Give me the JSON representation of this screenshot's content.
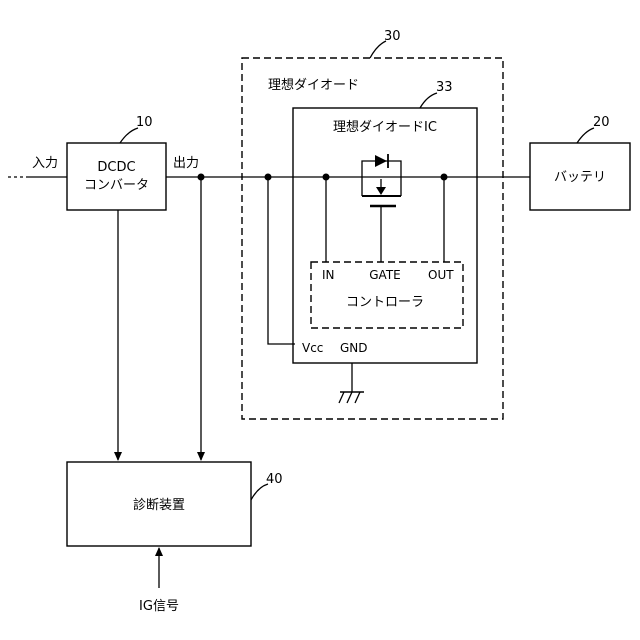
{
  "blocks": {
    "dcdc": {
      "ref": "10",
      "line1": "DCDC",
      "line2": "コンバータ"
    },
    "battery": {
      "ref": "20",
      "label": "バッテリ"
    },
    "ideal_diode": {
      "ref": "30",
      "label": "理想ダイオード"
    },
    "ideal_diode_ic": {
      "ref": "33",
      "label": "理想ダイオードIC"
    },
    "controller": {
      "label": "コントローラ"
    },
    "diagnostic": {
      "ref": "40",
      "label": "診断装置"
    }
  },
  "pins": {
    "in": "IN",
    "gate": "GATE",
    "out": "OUT",
    "vcc": "Vcc",
    "gnd": "GND"
  },
  "signals": {
    "input": "入力",
    "output": "出力",
    "ig": "IG信号"
  }
}
